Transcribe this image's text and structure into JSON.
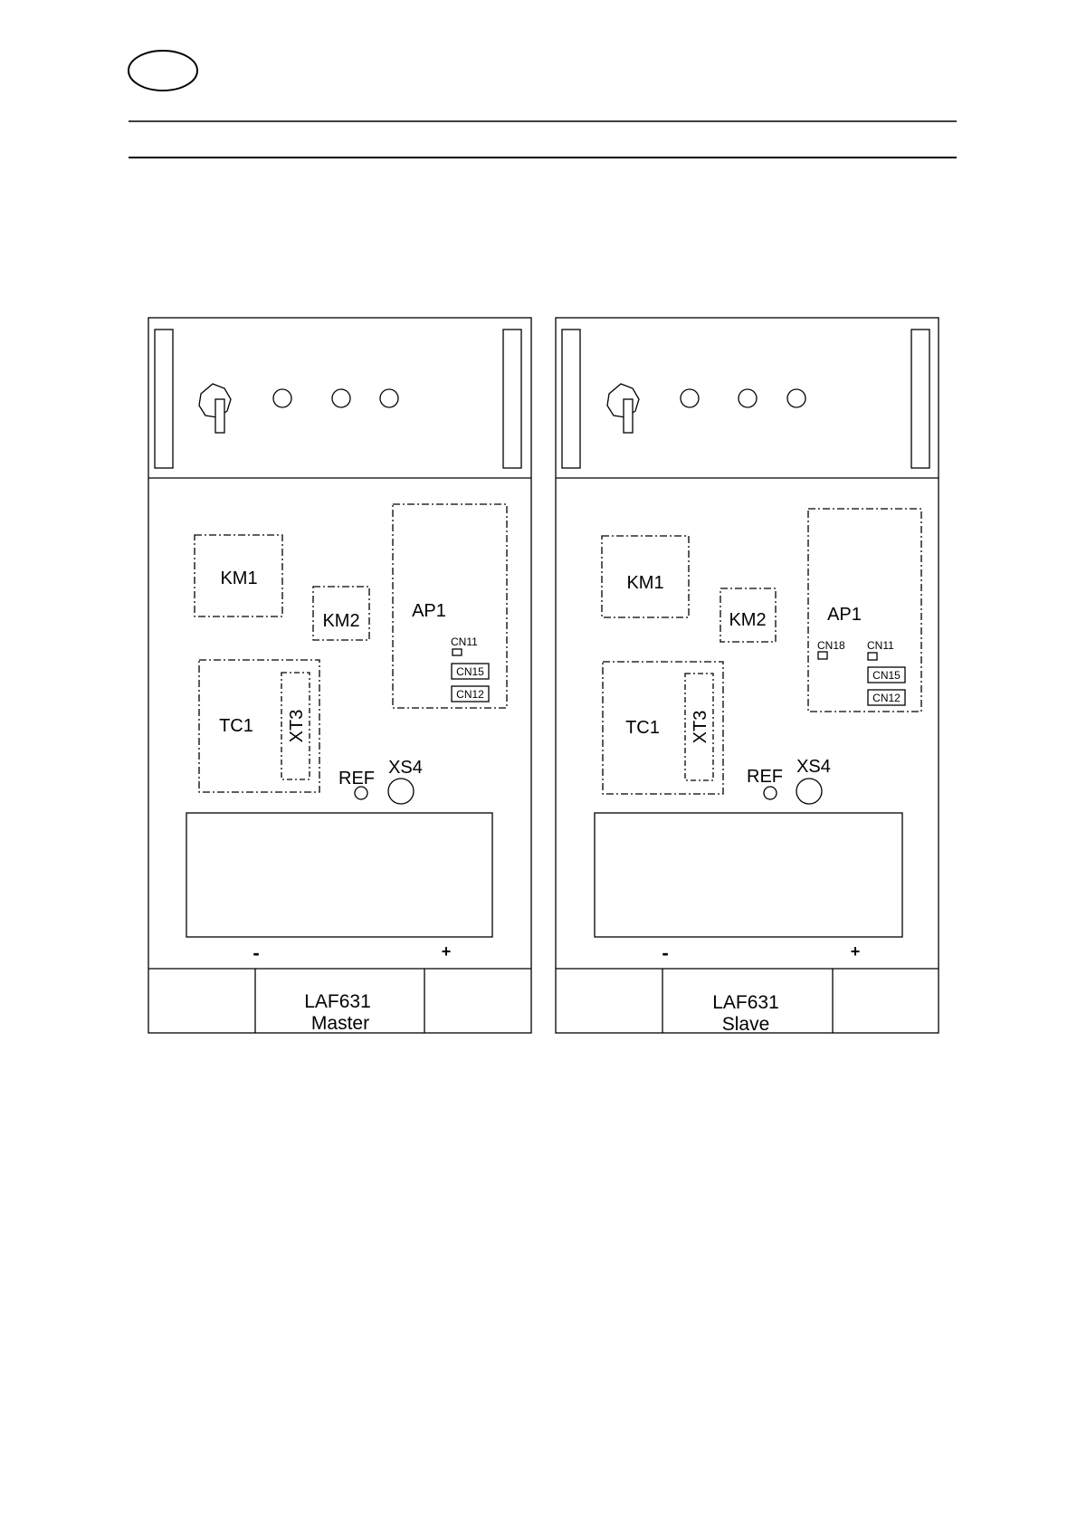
{
  "header": {
    "lang_badge": ""
  },
  "units": [
    {
      "id": "master",
      "labels": {
        "km1": "KM1",
        "km2": "KM2",
        "ap1": "AP1",
        "cn11": "CN11",
        "cn15": "CN15",
        "cn12": "CN12",
        "tc1": "TC1",
        "xt3": "XT3",
        "ref": "REF",
        "xs4": "XS4",
        "minus": "-",
        "plus": "+",
        "model": "LAF631",
        "role": "Master"
      }
    },
    {
      "id": "slave",
      "labels": {
        "km1": "KM1",
        "km2": "KM2",
        "ap1": "AP1",
        "cn18": "CN18",
        "cn11": "CN11",
        "cn15": "CN15",
        "cn12": "CN12",
        "tc1": "TC1",
        "xt3": "XT3",
        "ref": "REF",
        "xs4": "XS4",
        "minus": "-",
        "plus": "+",
        "model": "LAF631",
        "role": "Slave"
      }
    }
  ]
}
